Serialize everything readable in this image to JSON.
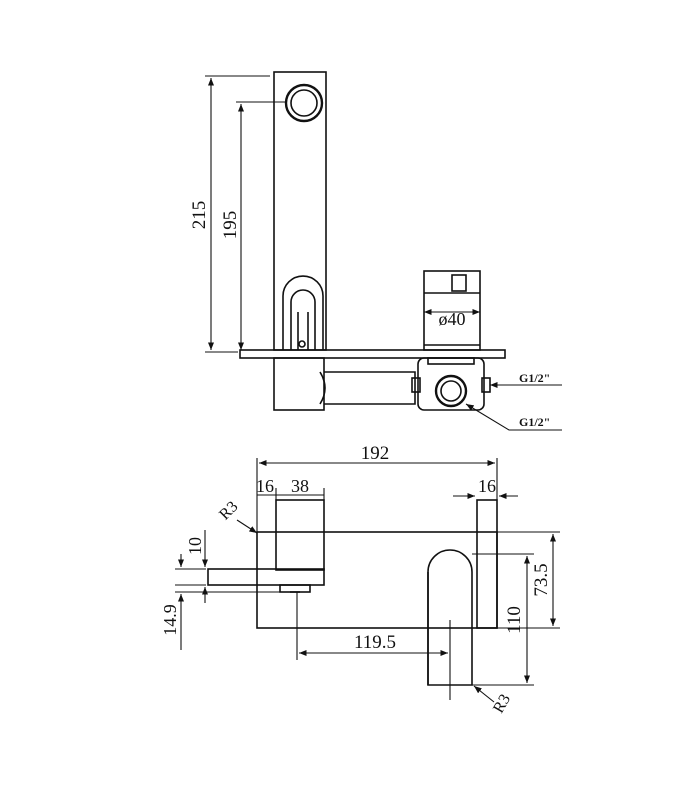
{
  "dimensions": {
    "total_height": "215",
    "spout_height": "195",
    "handle_diameter": "ø40",
    "inlet_top": "G1/2\"",
    "inlet_bottom": "G1/2\"",
    "plate_width": "192",
    "left_offset": "16",
    "spout_width": "38",
    "right_offset": "16",
    "radius_top": "R3",
    "spout_thickness": "10",
    "spout_drop": "14.9",
    "centre_distance": "119.5",
    "plate_height": "110",
    "handle_height": "73.5",
    "radius_bottom": "R3"
  }
}
